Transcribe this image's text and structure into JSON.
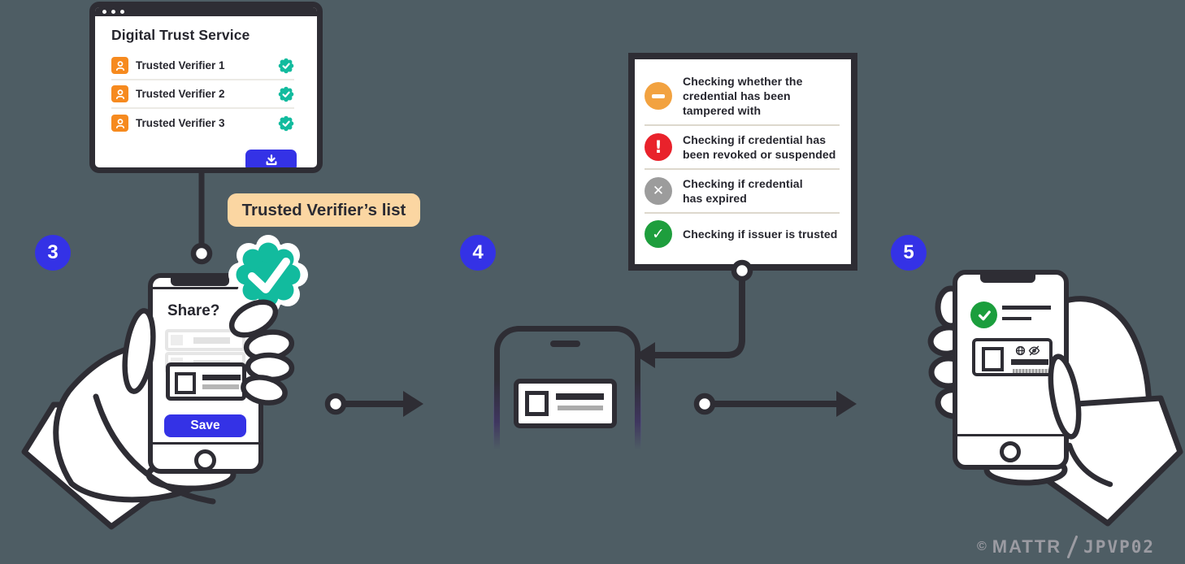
{
  "colors": {
    "background": "#4e5d64",
    "ink": "#2e2d34",
    "accent_blue": "#3432e6",
    "teal_seal": "#12bb9e",
    "orange_tile": "#f68a1f",
    "peach_label": "#fbd6a2",
    "status_orange": "#f2a240",
    "status_red": "#e9222b",
    "status_gray": "#9c9c9c",
    "status_green": "#1e9e3d",
    "watermark_gray": "#9b9ba2"
  },
  "browser_window": {
    "title": "Digital Trust Service",
    "verifiers": [
      {
        "label": "Trusted Verifier 1",
        "icon": "person-icon",
        "status_icon": "verified-seal-icon"
      },
      {
        "label": "Trusted Verifier 2",
        "icon": "person-icon",
        "status_icon": "verified-seal-icon"
      },
      {
        "label": "Trusted Verifier 3",
        "icon": "person-icon",
        "status_icon": "verified-seal-icon"
      }
    ],
    "download_button_icon": "download-icon"
  },
  "tag_label": {
    "text": "Trusted Verifier’s list"
  },
  "step_badges": [
    {
      "number": "3"
    },
    {
      "number": "4"
    },
    {
      "number": "5"
    }
  ],
  "left_phone": {
    "prompt": "Share?",
    "save_label": "Save",
    "seal_icon": "check-seal-icon"
  },
  "checklist": {
    "items": [
      {
        "icon": "minus-icon",
        "color": "#f2a240",
        "text": "Checking whether the\ncredential has been\ntampered with"
      },
      {
        "icon": "exclamation-icon",
        "color": "#e9222b",
        "glyph": "!",
        "text": "Checking if credential has\nbeen revoked or suspended"
      },
      {
        "icon": "cross-icon",
        "color": "#9c9c9c",
        "glyph": "✕",
        "text": "Checking if credential\nhas expired"
      },
      {
        "icon": "check-icon",
        "color": "#1e9e3d",
        "glyph": "✓",
        "text": "Checking if issuer is trusted"
      }
    ]
  },
  "right_phone": {
    "result_icon": "check-circle-icon",
    "card_icons": [
      "globe-icon",
      "eye-off-icon"
    ]
  },
  "watermark": {
    "copyright": "©",
    "brand": "MATTR",
    "separator": "/",
    "code": "JPVP02"
  }
}
